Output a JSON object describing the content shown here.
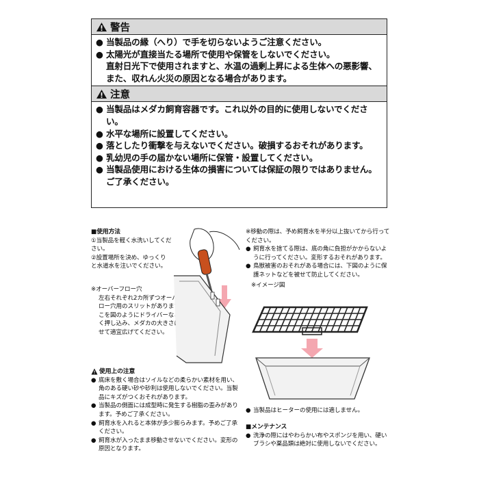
{
  "warning": {
    "title": "警告",
    "items": [
      "当製品の縁（へり）で手を切らないようご注意ください。",
      "太陽光が直接当たる場所で使用や保管をしないでください。\n直射日光下で使用されますと、水温の過剰上昇による生体への悪影響、また、収れん火災の原因となる場合があります。"
    ]
  },
  "caution": {
    "title": "注意",
    "items": [
      "当製品はメダカ飼育容器です。これ以外の目的に使用しないでください。",
      "水平な場所に設置してください。",
      "落としたり衝撃を与えないでください。破損するおそれがあります。",
      "乳幼児の手の届かない場所に保管・設置してください。",
      "当製品使用における生体の損害については保証の限りではありません。ご了承ください。"
    ]
  },
  "usage": {
    "heading": "■使用方法",
    "step1": "①当製品を軽く水洗いしてください。",
    "step2": "②設置場所を決め、ゆっくりと水道水を注いでください。",
    "overflow_title": "※オーバーフロー穴",
    "overflow_text": "左右それぞれ2カ所ずつオーバーフロー穴用のスリットがあります。ここを図のようにドライバーなどで軽く押し込み、メダカの大きさに合わせて適宜広げてください。"
  },
  "usage_cautions": {
    "heading": "使用上の注意",
    "items": [
      "底床を敷く場合はソイルなどの柔らかい素材を用い、角のある硬い砂や砂利は使用しないでください。当製品にキズがつくおそれがあります。",
      "当製品の側面には成型時に発生する樹脂の歪みがあります。予めご了承ください。",
      "飼育水を入れると本体が多少膨らみます。予めご了承ください。",
      "飼育水が入ったまま移動させないでください。変形の原因となります。"
    ]
  },
  "right_notes": {
    "move_note": "※移動の際は、予め飼育水を半分以上抜いてから行ってください。",
    "items": [
      "飼育水を捨てる際は、底の角に負担がかからないように行ってください。変形するおそれがあります。",
      "鳥獣被害のおそれがある場合には、下図のように保護ネットなどを被せて防止してください。"
    ],
    "image_note": "※イメージ図",
    "heater_note": "当製品はヒーターの使用には適しません。"
  },
  "maintenance": {
    "heading": "■メンテナンス",
    "items": [
      "洗浄の際にはやわらかい布やスポンジを用い、硬いブラシや薬品類は絶対に使用しないでください。"
    ]
  },
  "bullet": "●",
  "colors": {
    "header_bg": "#d9d9d9",
    "arrow": "#f4a7b0",
    "screwdriver": "#c8501e",
    "net": "#222222"
  }
}
